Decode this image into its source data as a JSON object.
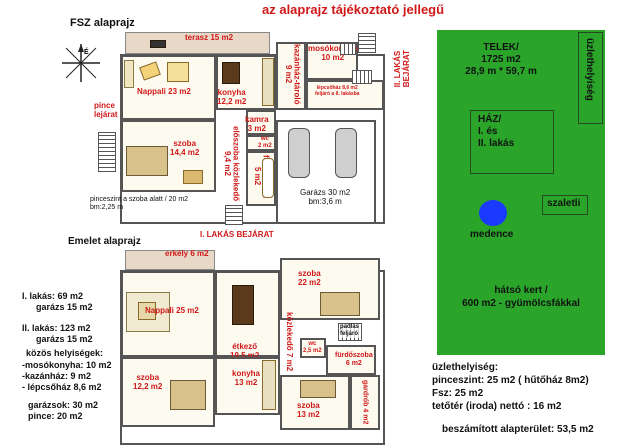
{
  "title": "az alaprajz tájékoztató jellegű",
  "fsz": {
    "heading": "FSZ alaprajz",
    "terasz": "terasz 15 m2",
    "nappali": "Nappali 23 m2",
    "konyha": "konyha\n12,2 m2",
    "kazanhaz": "kazánház-tároló\n9 m2",
    "mosokonyha": "mosókonyha\n10 m2",
    "lepcsohaz": "lépcsőház 8,6 m2\nfeljáró a II. lakásba",
    "lakas2": "II. LAKÁS\nBEJÁRAT",
    "pince": "pince\nlejárat",
    "kamra": "kamra\n3 m2",
    "szoba": "szoba\n14,4 m2",
    "eloszoba": "előszoba közlekedő\n9,4 m2",
    "wc": "wc\n2 m2",
    "furdo": "fürdőszoba\n5 m2",
    "garazs": "Garázs 30 m2\nbm:3,6 m",
    "pinceszint": "pinceszint a szoba alatt / 20 m2\nbm:2,25 m",
    "lakas1": "I. LAKÁS BEJÁRAT"
  },
  "emelet": {
    "heading": "Emelet alaprajz",
    "erkely": "erkély 6 m2",
    "nappali": "Nappali 25 m2",
    "szoba_a": "szoba\n22 m2",
    "etkezo": "étkező\n19,5 m2",
    "kozlekedo": "közlekedő 7 m2",
    "padlas": "padlás\nfeljáró",
    "wc": "wc\n2,5 m2",
    "furdo": "fürdőszoba\n6 m2",
    "szoba_b": "szoba\n12,2 m2",
    "konyha": "konyha\n13 m2",
    "szoba_c": "szoba\n13 m2",
    "gardrob": "gardrób 4 m2"
  },
  "summary": {
    "lakas1": "I. lakás: 69 m2",
    "garazs1": "garázs 15 m2",
    "lakas2": "II. lakás: 123 m2",
    "garazs2": "garázs 15 m2",
    "kozos": "közös helyiségek:",
    "moso": "-mosókonyha: 10 m2",
    "kazan": "-kazánház: 9 m2",
    "lepcso": "- lépcsőház 8,6 m2",
    "garazsok": "garázsok: 30 m2",
    "pince": "pince: 20 m2"
  },
  "telek": {
    "telek": "TELEK/\n1725 m2\n28,9 m * 59,7 m",
    "uzlethelyiseg": "üzlethelyiség",
    "haz": "HÁZ/\nI. és\nII. lakás",
    "szaletli": "szaletli",
    "medence": "medence",
    "kert": "hátsó kert /\n600 m2 - gyümölcsfákkal"
  },
  "shop": {
    "heading": "üzlethelyiség:",
    "pince": "pinceszint: 25 m2 ( hűtőház 8m2)",
    "fsz": "Fsz: 25 m2",
    "teto": "tetőtér (iroda) nettó : 16 m2",
    "total": "beszámított alapterület: 53,5 m2"
  },
  "colors": {
    "red": "#d01818",
    "green": "#2aa52a",
    "pool": "#1a3aff"
  }
}
